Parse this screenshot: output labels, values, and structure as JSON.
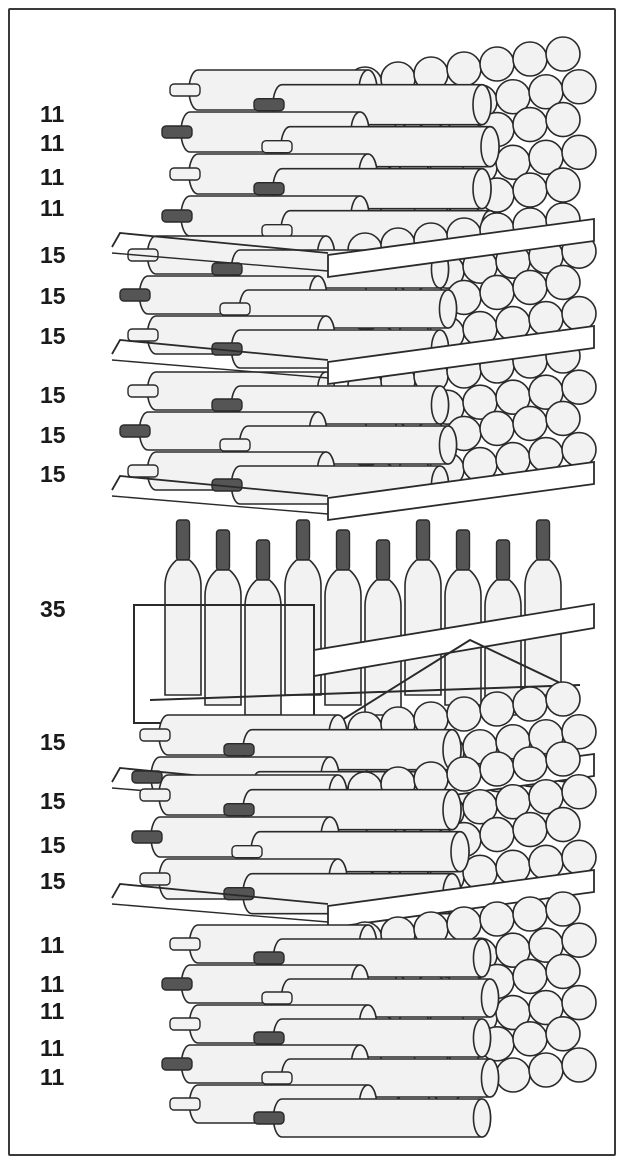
{
  "diagram": {
    "zones": [
      {
        "kind": "top-stack",
        "labels": [
          "11",
          "11",
          "11",
          "11"
        ]
      },
      {
        "kind": "shelf",
        "labels": [
          "15",
          "15",
          "15"
        ]
      },
      {
        "kind": "shelf",
        "labels": [
          "15",
          "15",
          "15"
        ]
      },
      {
        "kind": "presentation-shelf",
        "labels": [
          "35"
        ]
      },
      {
        "kind": "shelf",
        "labels": [
          "15"
        ]
      },
      {
        "kind": "shelf",
        "labels": [
          "15",
          "15",
          "15"
        ]
      },
      {
        "kind": "bottom-stack",
        "labels": [
          "11",
          "11",
          "11",
          "11",
          "11"
        ]
      }
    ],
    "colors": {
      "line": "#2a2a2a",
      "bottle_body": "#f2f2f2",
      "bottle_neck": "#555555",
      "shelf_front": "#ffffff"
    }
  }
}
